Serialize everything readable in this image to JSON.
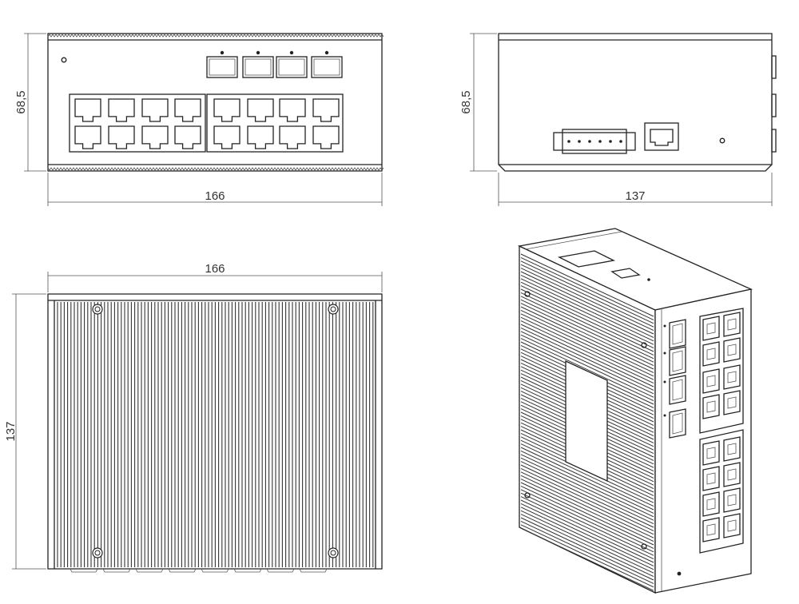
{
  "front_view": {
    "width_label": "166",
    "height_label": "68,5",
    "sfp_ports": 4,
    "rj45_ports": 16
  },
  "side_view": {
    "width_label": "137",
    "height_label": "68,5"
  },
  "top_view": {
    "width_label": "166",
    "depth_label": "137"
  },
  "iso_view": {
    "sfp_ports": 4,
    "rj45_ports": 16
  }
}
